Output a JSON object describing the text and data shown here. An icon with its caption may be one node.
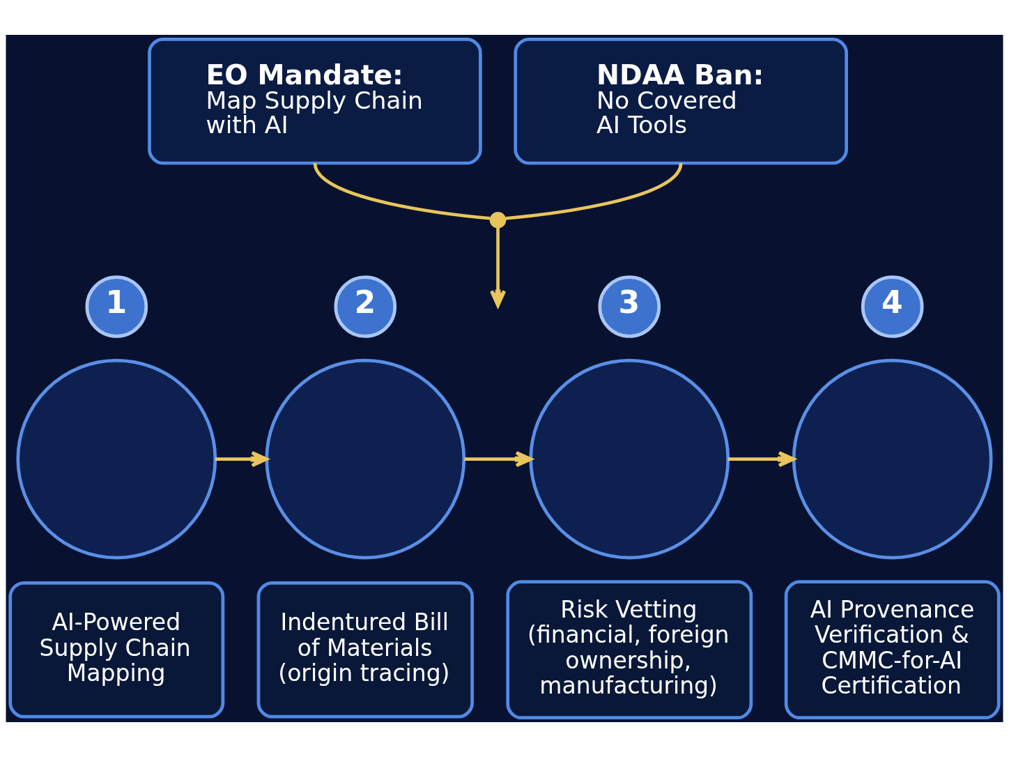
{
  "diagram": {
    "nodes": [
      {
        "text": [
          "EO Mandate:",
          "Map Supply Chain with AI"
        ]
      },
      {
        "text": [
          "NDAA Ban:",
          "No Covered AI Tools"
        ]
      },
      {
        "text": [],
        "shape": "circle"
      },
      {
        "text": [
          "1"
        ]
      },
      {
        "text": [],
        "shape": "circle"
      },
      {
        "text": [
          "AI-Powered Supply Chain Mapping"
        ]
      },
      {
        "text": [
          "2"
        ]
      },
      {
        "text": [],
        "shape": "circle"
      },
      {
        "text": [
          "Indentured Bill of Materials (origin tracing)"
        ]
      },
      {
        "text": [
          "3"
        ]
      },
      {
        "text": [],
        "shape": "circle"
      },
      {
        "text": [
          "Risk Vetting (financial, foreign ownership, manufacturing)"
        ]
      },
      {
        "text": [
          "4"
        ]
      },
      {
        "text": [],
        "shape": "circle"
      },
      {
        "text": [
          "AI Provenance Verification & CMMC-for-AI Certification"
        ]
      }
    ],
    "edges": [
      {
        "from": 0,
        "to": 2,
        "arrow": "none"
      },
      {
        "from": 1,
        "to": 2,
        "arrow": "none"
      },
      {
        "from": 2,
        "to": null,
        "arrow": "to"
      },
      {
        "from": 4,
        "to": 7,
        "arrow": "to"
      },
      {
        "from": 7,
        "to": 10,
        "arrow": "to"
      },
      {
        "from": 10,
        "to": 13,
        "arrow": "to"
      }
    ]
  }
}
